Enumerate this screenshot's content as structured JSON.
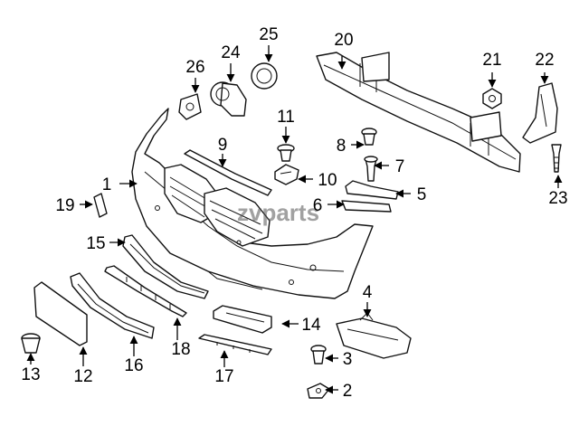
{
  "watermark": "zvparts",
  "callouts": [
    {
      "id": "c1",
      "number": "1"
    },
    {
      "id": "c2",
      "number": "2"
    },
    {
      "id": "c3",
      "number": "3"
    },
    {
      "id": "c4",
      "number": "4"
    },
    {
      "id": "c5",
      "number": "5"
    },
    {
      "id": "c6",
      "number": "6"
    },
    {
      "id": "c7",
      "number": "7"
    },
    {
      "id": "c8",
      "number": "8"
    },
    {
      "id": "c9",
      "number": "9"
    },
    {
      "id": "c10",
      "number": "10"
    },
    {
      "id": "c11",
      "number": "11"
    },
    {
      "id": "c12",
      "number": "12"
    },
    {
      "id": "c13",
      "number": "13"
    },
    {
      "id": "c14",
      "number": "14"
    },
    {
      "id": "c15",
      "number": "15"
    },
    {
      "id": "c16",
      "number": "16"
    },
    {
      "id": "c17",
      "number": "17"
    },
    {
      "id": "c18",
      "number": "18"
    },
    {
      "id": "c19",
      "number": "19"
    },
    {
      "id": "c20",
      "number": "20"
    },
    {
      "id": "c21",
      "number": "21"
    },
    {
      "id": "c22",
      "number": "22"
    },
    {
      "id": "c23",
      "number": "23"
    },
    {
      "id": "c24",
      "number": "24"
    },
    {
      "id": "c25",
      "number": "25"
    },
    {
      "id": "c26",
      "number": "26"
    }
  ]
}
